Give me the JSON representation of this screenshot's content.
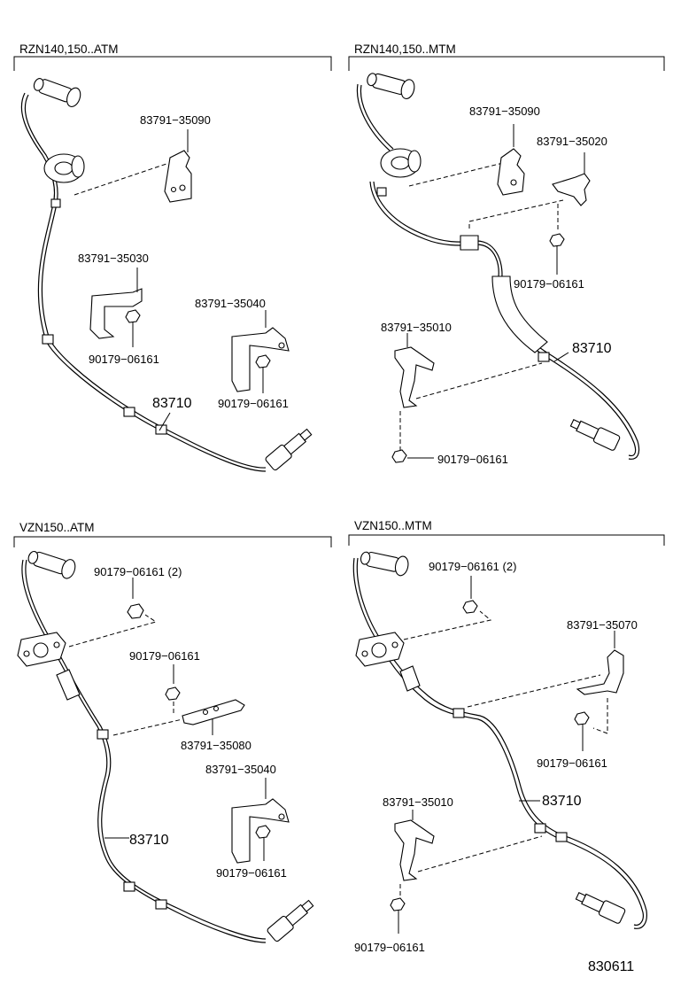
{
  "sections": [
    {
      "title": "RZN140,150..ATM"
    },
    {
      "title": "RZN140,150..MTM"
    },
    {
      "title": "VZN150..ATM"
    },
    {
      "title": "VZN150..MTM"
    }
  ],
  "labels": {
    "q1_bracket_top": "83791−35090",
    "q1_bracket_mid": "83791−35030",
    "q1_bracket_low": "83791−35040",
    "q1_nut_mid": "90179−06161",
    "q1_nut_low": "90179−06161",
    "q1_sensor": "83710",
    "q2_bracket_a": "83791−35090",
    "q2_bracket_b": "83791−35020",
    "q2_nut_b": "90179−06161",
    "q2_bracket_c": "83791−35010",
    "q2_sensor": "83710",
    "q2_nut_c": "90179−06161",
    "q3_nut_top": "90179−06161 (2)",
    "q3_nut_mid": "90179−06161",
    "q3_bracket_mid": "83791−35080",
    "q3_bracket_low": "83791−35040",
    "q3_sensor": "83710",
    "q3_nut_low": "90179−06161",
    "q4_nut_top": "90179−06161 (2)",
    "q4_bracket_right": "83791−35070",
    "q4_nut_right": "90179−06161",
    "q4_bracket_low": "83791−35010",
    "q4_sensor": "83710",
    "q4_nut_low": "90179−06161"
  },
  "figure_id": "830611"
}
